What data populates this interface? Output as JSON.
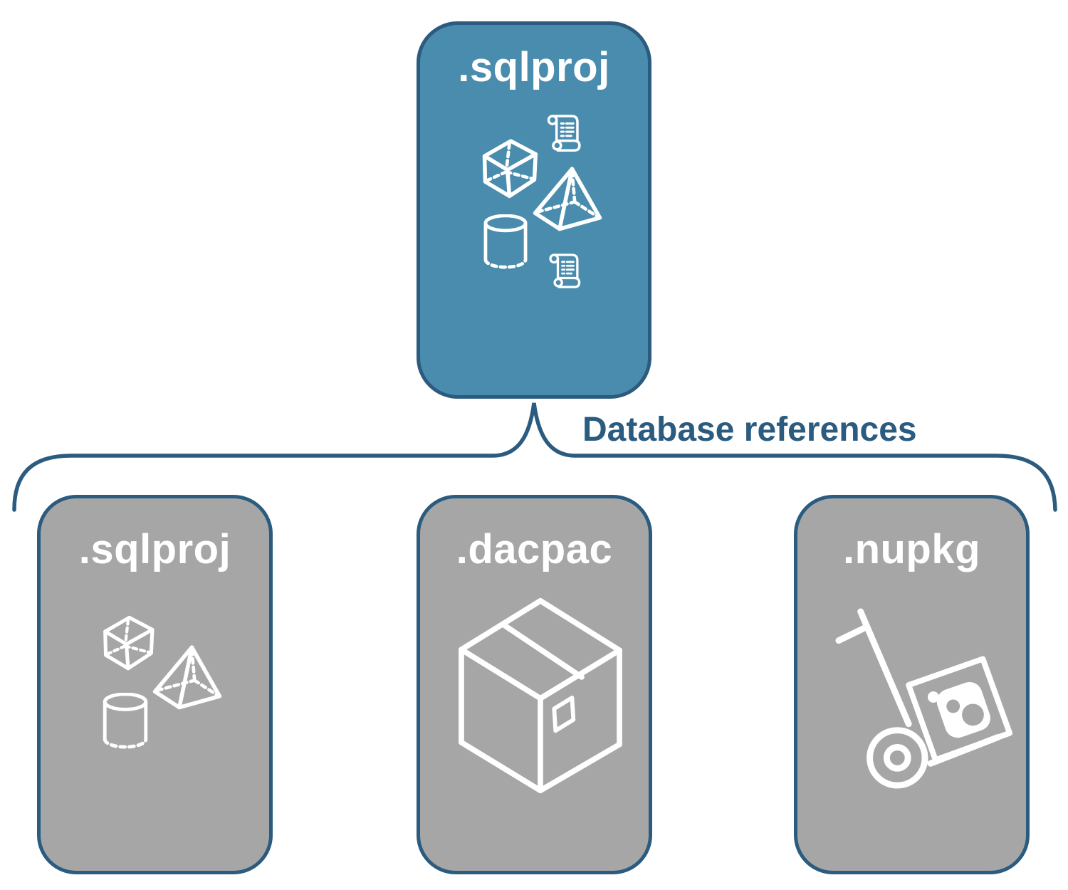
{
  "connector": {
    "label": "Database references"
  },
  "root": {
    "label": ".sqlproj",
    "icons": [
      "script-scroll-icon",
      "cube-icon",
      "pyramid-icon",
      "cylinder-icon",
      "script-scroll-icon"
    ]
  },
  "children": [
    {
      "label": ".sqlproj",
      "icons": [
        "cube-icon",
        "pyramid-icon",
        "cylinder-icon"
      ]
    },
    {
      "label": ".dacpac",
      "icons": [
        "package-box-icon"
      ]
    },
    {
      "label": ".nupkg",
      "icons": [
        "nuget-hand-truck-icon"
      ]
    }
  ],
  "colors": {
    "canvas_bg": "#FFFFFF",
    "root_fill": "#4A8CAE",
    "child_fill": "#A6A6A6",
    "outline": "#2B5B7E",
    "label_text": "#2B5B7E",
    "title_text": "#FFFFFF",
    "icon_stroke": "#FFFFFF"
  }
}
